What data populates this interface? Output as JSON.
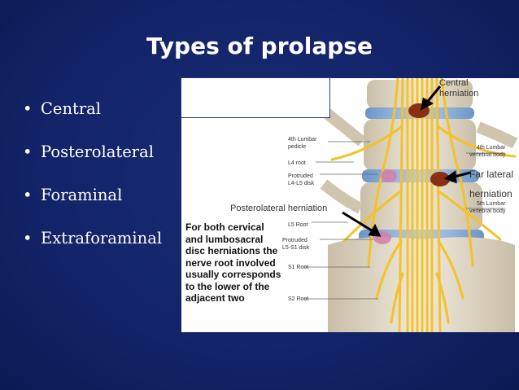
{
  "slide": {
    "title": "Types of prolapse",
    "bullets": [
      "Central",
      "Posterolateral",
      "Foraminal",
      "Extraforaminal"
    ]
  },
  "figure": {
    "labels": {
      "central": "Central",
      "central2": "herniation",
      "pedicle": "4th Lumbar",
      "pedicle2": "pedicle",
      "body4": "4th Lumbar",
      "body4b": "vertebral body",
      "l4root": "L4 root",
      "farlateral": "Far lateral",
      "farlateral2": "herniation",
      "protruded1": "Protruded",
      "protruded1b": "L4-L5 disk",
      "posterolateral": "Posterolateral herniation",
      "body5": "5th Lumbar",
      "body5b": "vertebral body",
      "l5root": "L5 Root",
      "protruded2": "Protruded",
      "protruded2b": "L5-S1 disk",
      "s1root": "S1 Root",
      "s2root": "S2 Root"
    },
    "note": "For both cervical and lumbosacral disc herniations the nerve root involved usually corresponds to the lower of the adjacent two"
  },
  "colors": {
    "background": "#13246a",
    "nerve": "#f4c22a",
    "bone": "#dcd3c1",
    "disk": "#7fa7d3",
    "herniation": "#8a2f14"
  }
}
